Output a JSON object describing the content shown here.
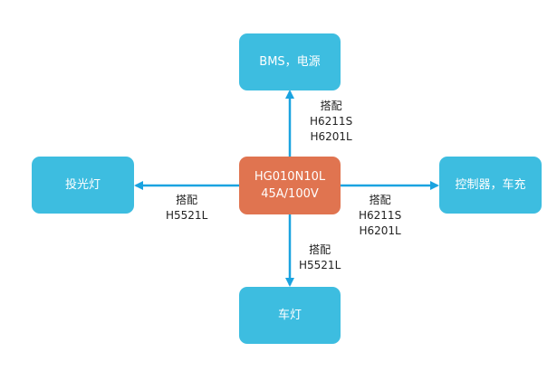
{
  "nodes": {
    "center": {
      "line1": "HG010N10L",
      "line2": "45A/100V"
    },
    "top": {
      "label": "BMS，电源"
    },
    "left": {
      "label": "投光灯"
    },
    "right": {
      "label": "控制器，车充"
    },
    "bottom": {
      "label": "车灯"
    }
  },
  "edges": {
    "top": {
      "title": "搭配",
      "parts": [
        "H6211S",
        "H6201L"
      ]
    },
    "left": {
      "title": "搭配",
      "parts": [
        "H5521L"
      ]
    },
    "right": {
      "title": "搭配",
      "parts": [
        "H6211S",
        "H6201L"
      ]
    },
    "bottom": {
      "title": "搭配",
      "parts": [
        "H5521L"
      ]
    }
  },
  "colors": {
    "node_blue": "#3dbde0",
    "node_center": "#e07450",
    "arrow": "#1aa3e0"
  }
}
